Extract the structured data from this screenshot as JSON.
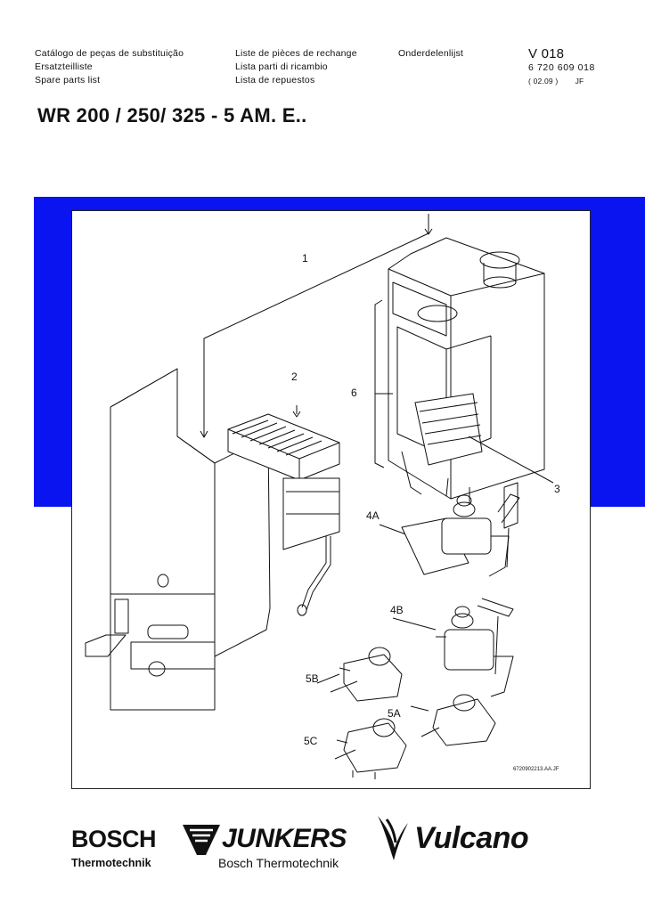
{
  "header": {
    "col1": [
      "Catálogo de peças de substituição",
      "Ersatzteilliste",
      "Spare parts list"
    ],
    "col2": [
      "Liste de pièces de rechange",
      "Lista parti di ricambio",
      "Lista de repuestos"
    ],
    "col3": [
      "Onderdelenlijst"
    ],
    "doc_code": "V 018",
    "part_number": "6 720 609 018",
    "date": "( 02.09 )",
    "author": "JF"
  },
  "title": "WR 200 / 250/ 325 - 5 AM. E..",
  "figure": {
    "callouts": {
      "c1": "1",
      "c2": "2",
      "c3": "3",
      "c4a": "4A",
      "c4b": "4B",
      "c5a": "5A",
      "c5b": "5B",
      "c5c": "5C",
      "c6": "6"
    },
    "reference": "6720902213.AA.JF"
  },
  "brands": {
    "bosch": "BOSCH",
    "bosch_sub": "Thermotechnik",
    "junkers": "JUNKERS",
    "junkers_sub": "Bosch Thermotechnik",
    "vulcano": "Vulcano"
  },
  "colors": {
    "band": "#0a14f0",
    "ink": "#111111"
  },
  "icons": [
    "junkers-wing-logo-icon",
    "vulcano-flame-logo-icon"
  ]
}
